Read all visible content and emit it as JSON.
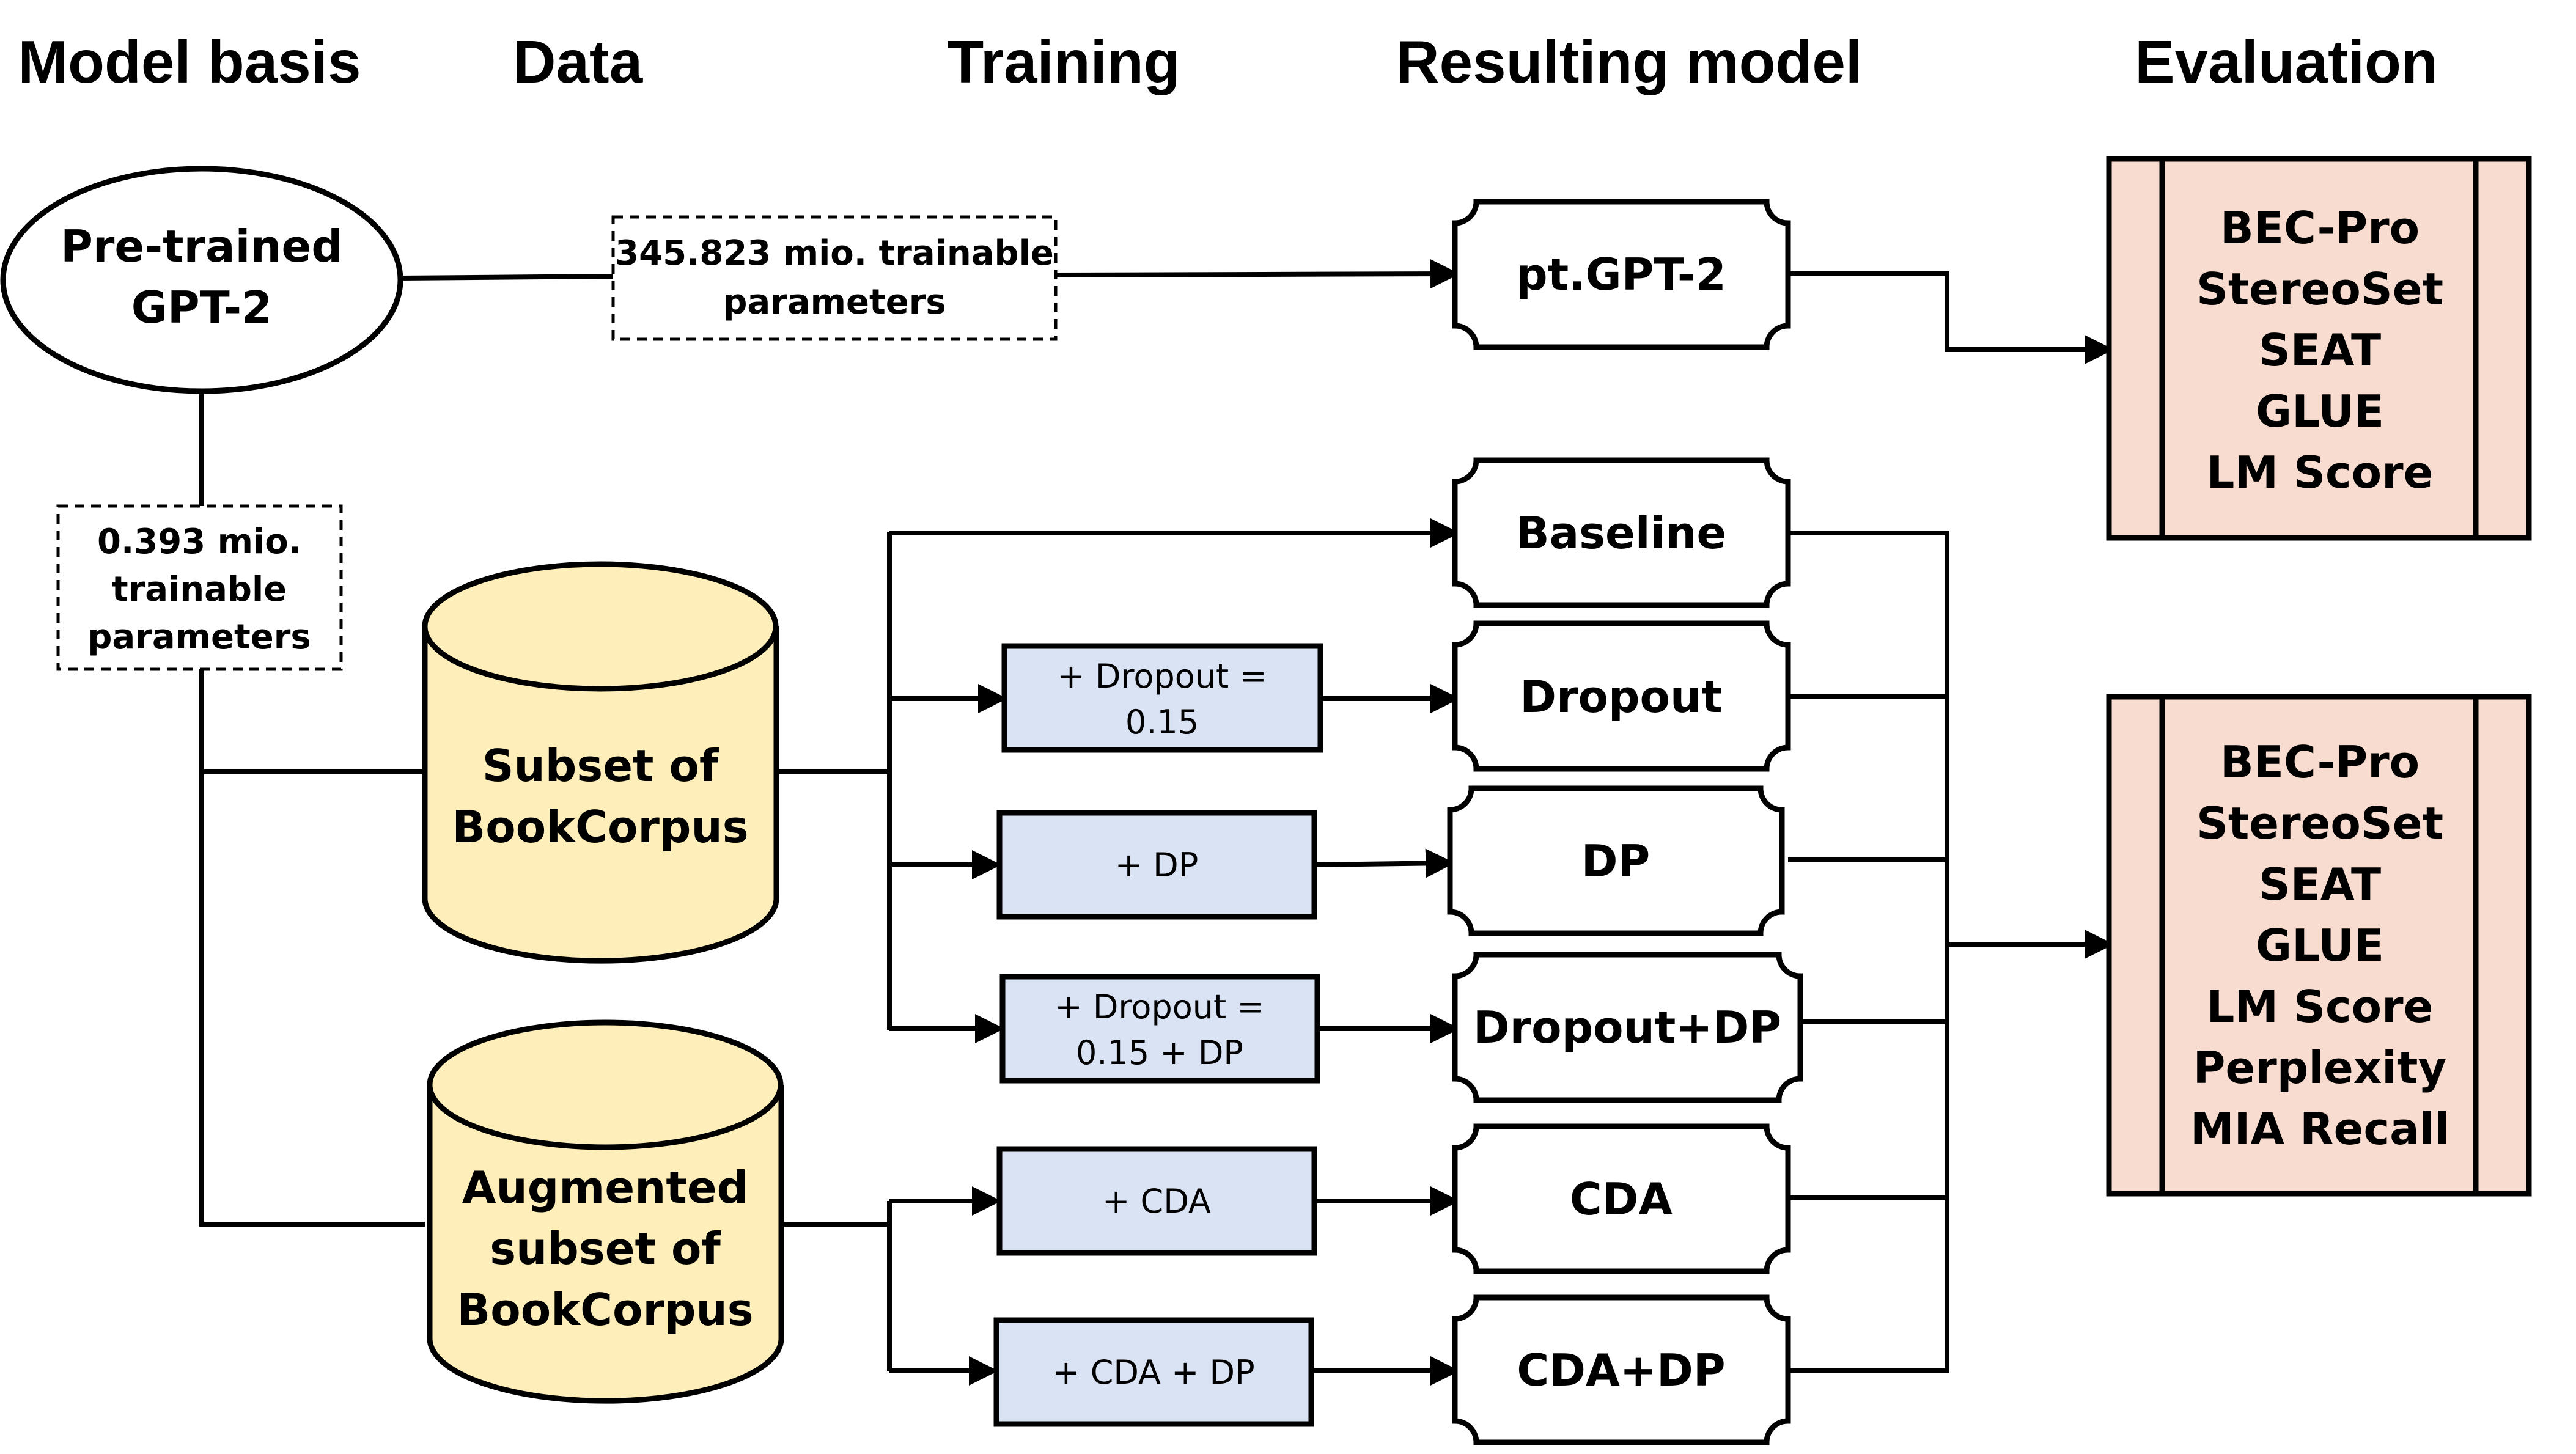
{
  "headers": {
    "model_basis": "Model basis",
    "data": "Data",
    "training": "Training",
    "resulting_model": "Resulting model",
    "evaluation": "Evaluation"
  },
  "pretrained": {
    "line1": "Pre-trained",
    "line2": "GPT-2"
  },
  "params_full": {
    "line1": "345.823 mio. trainable",
    "line2": "parameters"
  },
  "params_small": {
    "line1": "0.393 mio.",
    "line2": "trainable",
    "line3": "parameters"
  },
  "datasets": {
    "subset": {
      "line1": "Subset of",
      "line2": "BookCorpus"
    },
    "augmented": {
      "line1": "Augmented",
      "line2": "subset of",
      "line3": "BookCorpus"
    }
  },
  "training": {
    "dropout": {
      "line1": "+ Dropout =",
      "line2": "0.15"
    },
    "dp": "+ DP",
    "dropout_dp": {
      "line1": "+ Dropout =",
      "line2": "0.15 + DP"
    },
    "cda": "+ CDA",
    "cda_dp": "+ CDA + DP"
  },
  "models": {
    "pt_gpt2": "pt.GPT-2",
    "baseline": "Baseline",
    "dropout": "Dropout",
    "dp": "DP",
    "dropout_dp": "Dropout+DP",
    "cda": "CDA",
    "cda_dp": "CDA+DP"
  },
  "evaluation_top": [
    "BEC-Pro",
    "StereoSet",
    "SEAT",
    "GLUE",
    "LM Score"
  ],
  "evaluation_bottom": [
    "BEC-Pro",
    "StereoSet",
    "SEAT",
    "GLUE",
    "LM Score",
    "Perplexity",
    "MIA Recall"
  ],
  "colors": {
    "data_fill": "#fdeeba",
    "training_fill": "#dae3f3",
    "evaluation_fill": "#f8dccf",
    "stroke": "#000000"
  }
}
